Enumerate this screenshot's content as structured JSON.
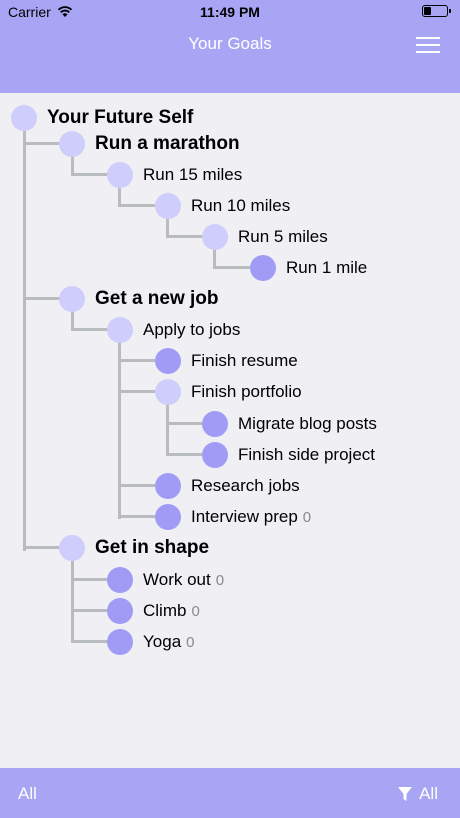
{
  "status_bar": {
    "carrier": "Carrier",
    "time": "11:49 PM"
  },
  "nav": {
    "title": "Your Goals",
    "menu_icon": "hamburger-menu-icon"
  },
  "tree": {
    "root": "Your Future Self",
    "marathon": "Run a marathon",
    "run15": "Run 15 miles",
    "run10": "Run 10 miles",
    "run5": "Run 5 miles",
    "run1": "Run 1 mile",
    "job": "Get a new job",
    "apply": "Apply to jobs",
    "resume": "Finish resume",
    "portfolio": "Finish portfolio",
    "blog": "Migrate blog posts",
    "side": "Finish side project",
    "research": "Research jobs",
    "interview": "Interview prep",
    "interview_count": "0",
    "shape": "Get in shape",
    "workout": "Work out",
    "workout_count": "0",
    "climb": "Climb",
    "climb_count": "0",
    "yoga": "Yoga",
    "yoga_count": "0"
  },
  "footer": {
    "left_label": "All",
    "right_label": "All",
    "filter_icon": "filter-icon"
  },
  "colors": {
    "bar": "#a8a5f4",
    "node_light": "#cfcdfb",
    "node_dark": "#a09cf5",
    "connector": "#b8bcbf"
  }
}
